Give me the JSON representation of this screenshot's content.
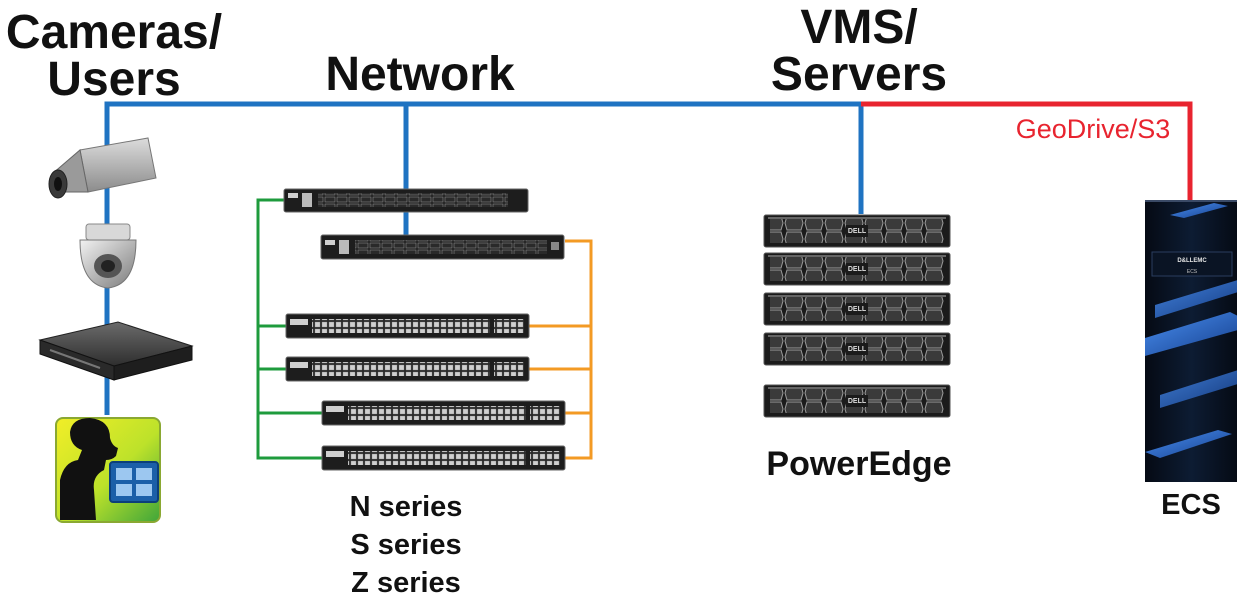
{
  "labels": {
    "cameras_users": [
      "Cameras/",
      "Users"
    ],
    "network": "Network",
    "vms_servers": [
      "VMS/",
      "Servers"
    ],
    "geodrive": "GeoDrive/S3",
    "poweredge": "PowerEdge",
    "network_series": [
      "N series",
      "S series",
      "Z series"
    ],
    "ecs": "ECS"
  },
  "devices": {
    "server_brand": "DELL",
    "ecs_brand": "D&LLEMC",
    "ecs_model": "ECS"
  },
  "colors": {
    "network_link": "#1f73c2",
    "geodrive_link": "#e8242f",
    "stack_link_green": "#1e9b3c",
    "stack_link_orange": "#f39a24"
  }
}
